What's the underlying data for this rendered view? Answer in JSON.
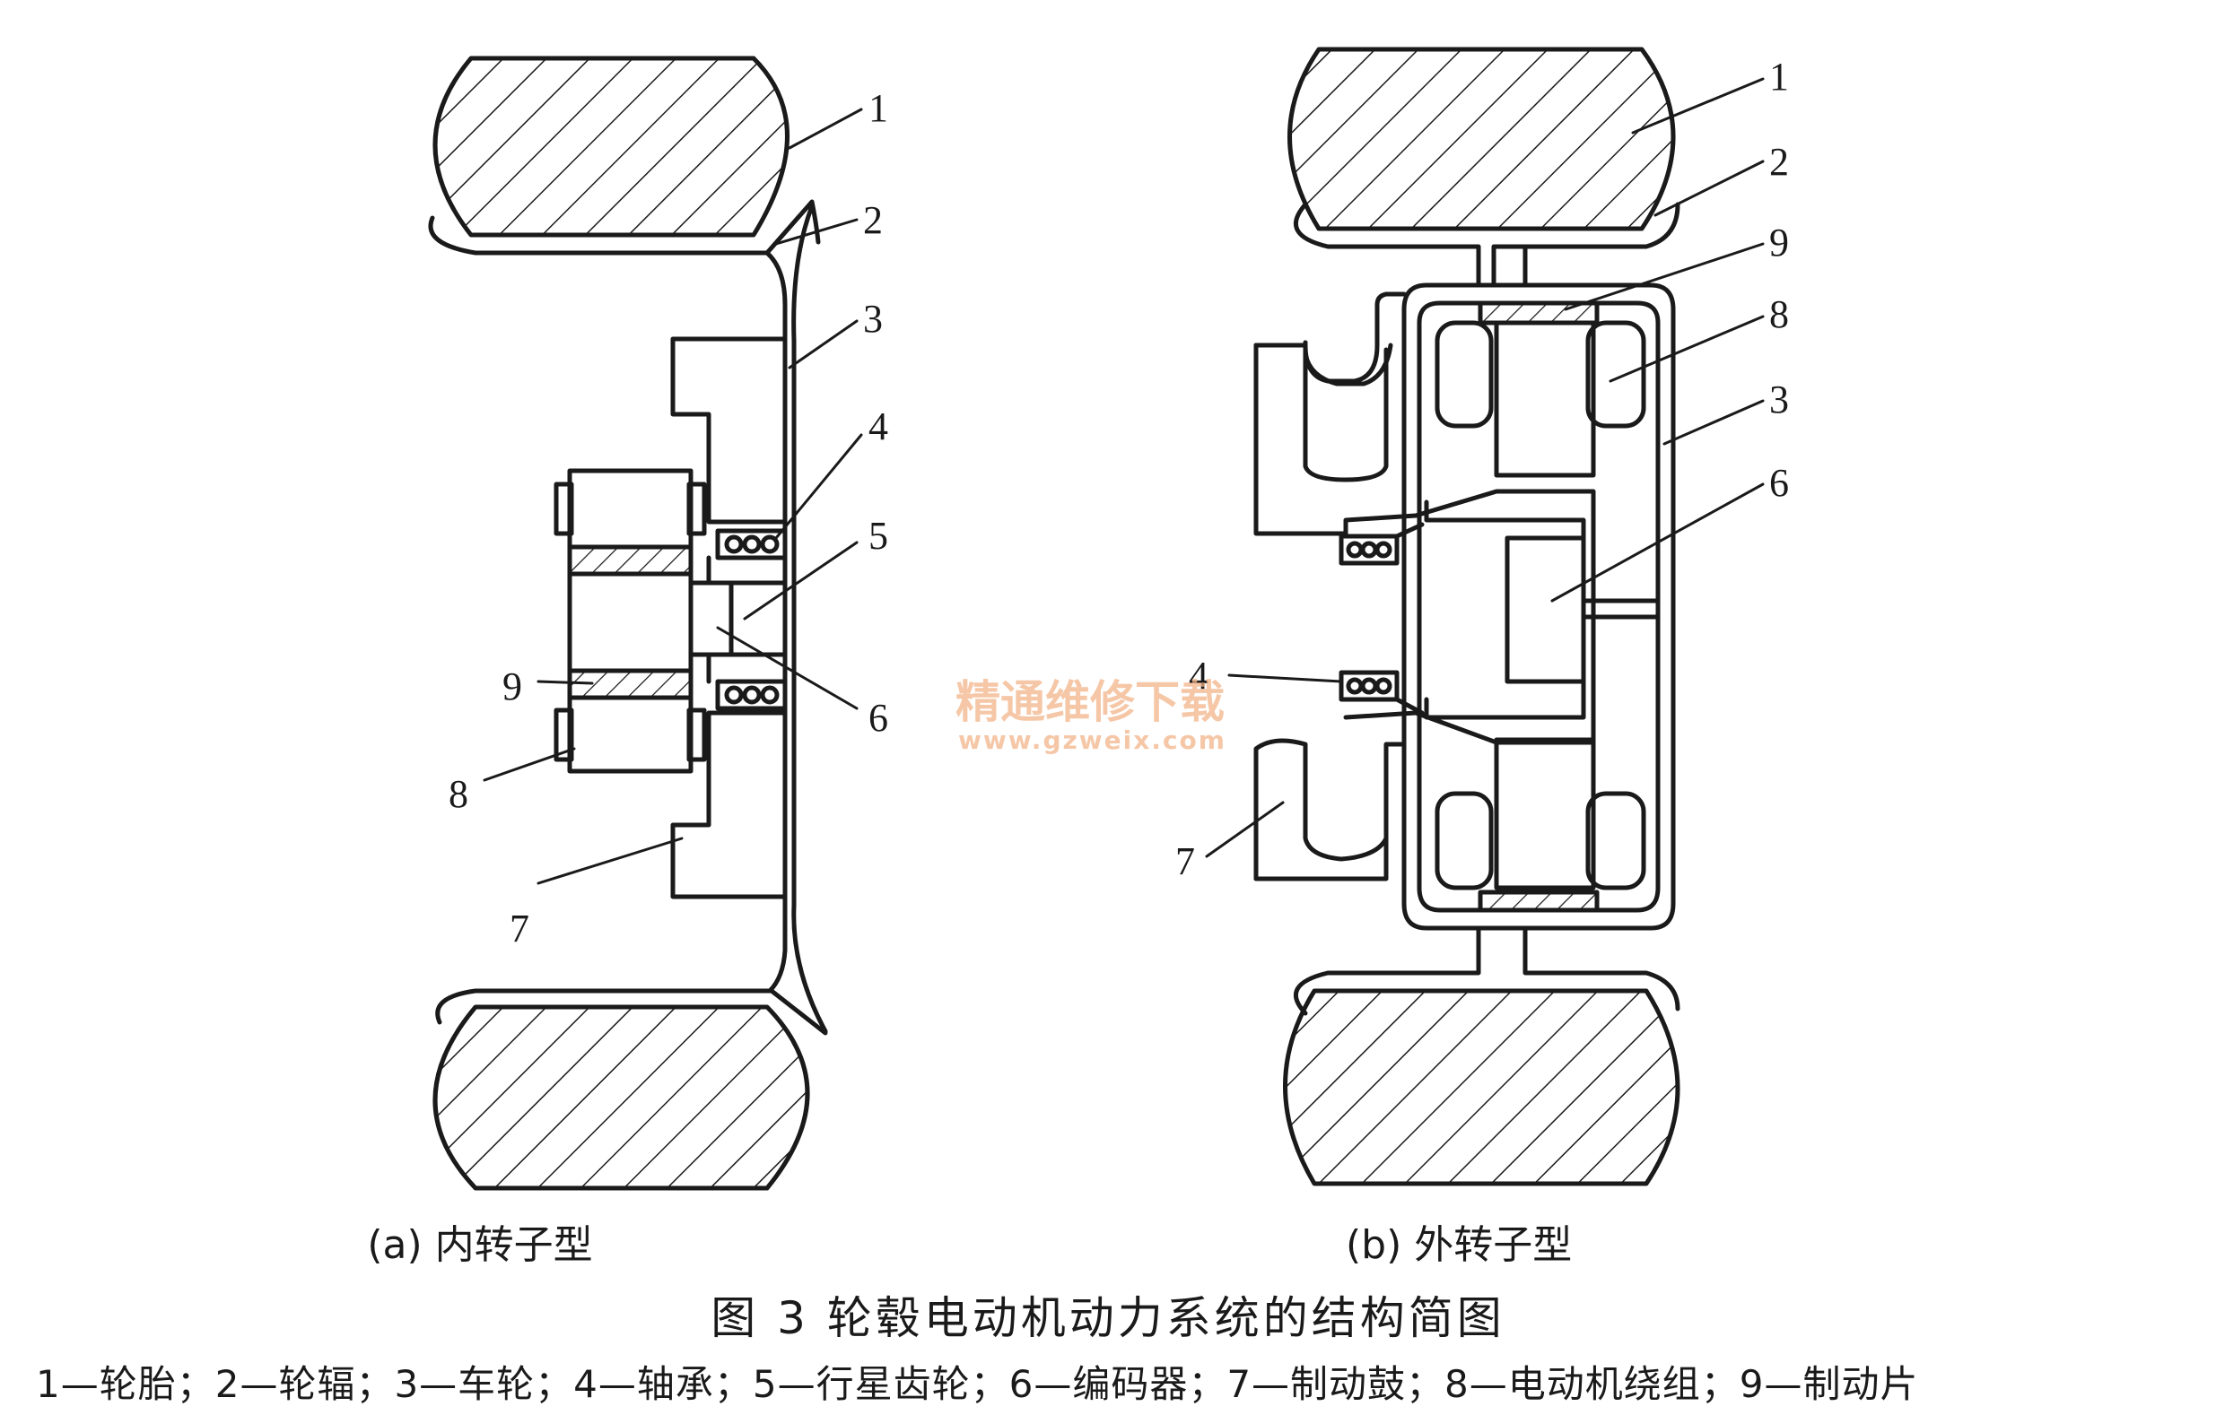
{
  "labels": {
    "a": [
      "1",
      "2",
      "3",
      "4",
      "5",
      "6",
      "7",
      "8",
      "9"
    ],
    "b": [
      "1",
      "2",
      "9",
      "8",
      "3",
      "6",
      "4",
      "7"
    ]
  },
  "captions": {
    "sub_a": "(a) 内转子型",
    "sub_b": "(b) 外转子型",
    "title": "图 3   轮毂电动机动力系统的结构简图",
    "legend": "1—轮胎；2—轮辐；3—车轮；4—轴承；5—行星齿轮；6—编码器；7—制动鼓；8—电动机绕组；9—制动片"
  },
  "watermark": {
    "text": "精通维修下载",
    "url": "www.gzweix.com"
  },
  "colors": {
    "ink": "#1a1a1a",
    "watermark": "#f2b58a"
  }
}
